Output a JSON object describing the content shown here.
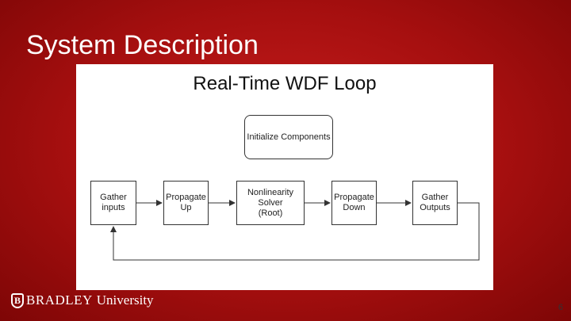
{
  "slide": {
    "title": "System Description",
    "page_number": "6"
  },
  "diagram": {
    "title": "Real-Time WDF Loop",
    "nodes": {
      "init": "Initialize Components",
      "gather_inputs": [
        "Gather",
        "inputs"
      ],
      "propagate_up": [
        "Propagate",
        "Up"
      ],
      "nonlinearity": [
        "Nonlinearity",
        "Solver",
        "(Root)"
      ],
      "propagate_down": [
        "Propagate",
        "Down"
      ],
      "gather_outputs": [
        "Gather",
        "Outputs"
      ]
    }
  },
  "footer": {
    "logo_letter": "B",
    "logo_wordmark": "BRADLEY",
    "logo_university": "University"
  },
  "colors": {
    "background": "#b01515",
    "panel": "#ffffff",
    "stroke": "#333333"
  }
}
